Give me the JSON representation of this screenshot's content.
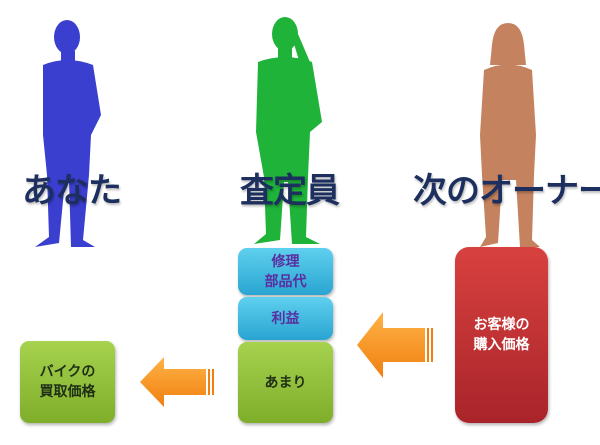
{
  "people": [
    {
      "label": "あなた",
      "color": "#3b3fd0"
    },
    {
      "label": "査定員",
      "color": "#1fb33a"
    },
    {
      "label": "次のオーナー",
      "color": "#c4825e"
    }
  ],
  "boxes": {
    "repair": "修理\n部品代",
    "profit": "利益",
    "remainder": "あまり",
    "purchase": "お客様の\n購入価格",
    "buyback": "バイクの\n買取価格"
  },
  "colors": {
    "arrow": "#f7941d",
    "title": "#1c2f5e"
  }
}
